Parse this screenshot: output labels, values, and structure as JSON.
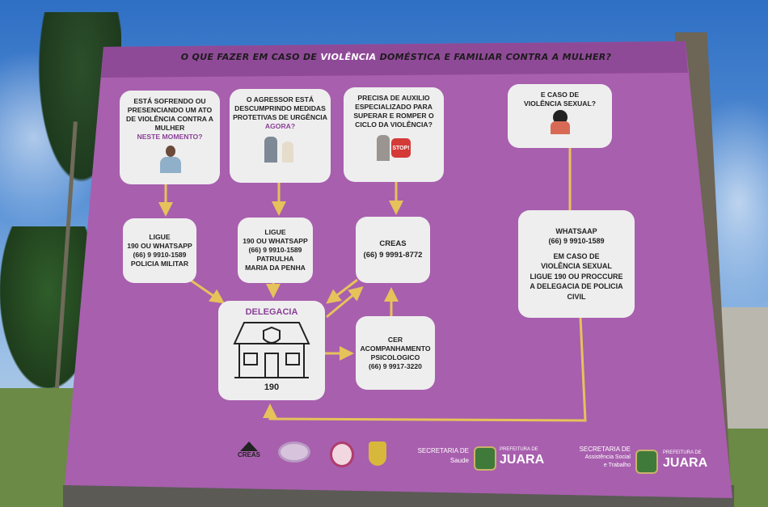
{
  "title": {
    "part1": "O QUE FAZER EM CASO DE",
    "highlight": "VIOLÊNCIA",
    "part2": "DOMÉSTICA E FAMILIAR CONTRA A MULHER?"
  },
  "questions": [
    {
      "text": "ESTÁ SOFRENDO OU PRESENCIANDO UM ATO DE VIOLÊNCIA CONTRA A MULHER",
      "highlight": "NESTE MOMENTO?"
    },
    {
      "text": "O AGRESSOR ESTÁ DESCUMPRINDO MEDIDAS PROTETIVAS DE URGÊNCIA",
      "highlight": "AGORA?"
    },
    {
      "text": "PRECISA DE AUXILIO ESPECIALIZADO PARA SUPERAR E ROMPER O CICLO DA VIOLÊNCIA?",
      "stop_sign": "STOP!"
    },
    {
      "text": "E CASO DE VIOLÊNCIA SEXUAL?"
    }
  ],
  "actions": {
    "policia": {
      "l1": "LIGUE",
      "l2": "190 OU WHATSAPP",
      "l3": "(66) 9 9910-1589",
      "l4": "POLICIA MILITAR"
    },
    "patrulha": {
      "l1": "LIGUE",
      "l2": "190 OU WHATSAPP",
      "l3": "(66) 9 9910-1589",
      "l4": "PATRULHA",
      "l5": "MARIA DA PENHA"
    },
    "creas": {
      "l1": "CREAS",
      "l2": "(66) 9 9991-8772"
    },
    "delegacia": {
      "title": "DELEGACIA",
      "number": "190"
    },
    "cer": {
      "l1": "CER",
      "l2": "ACOMPANHAMENTO",
      "l3": "PSICOLOGICO",
      "l4": "(66) 9 9917-3220"
    },
    "sexual": {
      "l1": "WHATSAAP",
      "l2": "(66) 9 9910-1589",
      "l3": "EM CASO DE",
      "l4": "VIOLÊNCIA SEXUAL",
      "l5": "LIGUE 190 OU PROCCURE",
      "l6": "A DELEGACIA DE POLICIA",
      "l7": "CIVIL"
    }
  },
  "footer": {
    "creas": "CREAS",
    "sec_saude": "SECRETARIA DE",
    "saude": "Saude",
    "prefeitura1": "PREFEITURA DE",
    "juara1": "JUARA",
    "sec_assist": "SECRETARIA DE",
    "assist": "Assistência Social",
    "trabalho": "e Trabalho",
    "prefeitura2": "PREFEITURA DE",
    "juara2": "JUARA"
  },
  "colors": {
    "board": "#a85fae",
    "band": "#8f4a97",
    "box": "#eeeeee",
    "arrow": "#e6c25a",
    "highlight": "#8a3f96"
  }
}
